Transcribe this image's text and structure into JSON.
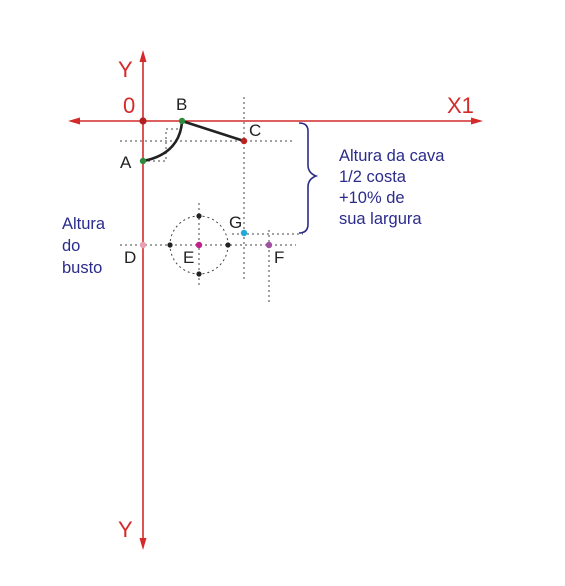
{
  "axes": {
    "y_top_label": "Y",
    "y_bottom_label": "Y",
    "origin_label": "0",
    "x_label": "X1"
  },
  "points": {
    "A": "A",
    "B": "B",
    "C": "C",
    "D": "D",
    "E": "E",
    "F": "F",
    "G": "G"
  },
  "annotations": {
    "armhole": [
      "Altura da cava",
      "1/2 costa",
      "+10% de",
      "sua largura"
    ],
    "bust": [
      "Altura",
      "do",
      "busto"
    ]
  },
  "colors": {
    "axis": "#d42a2a",
    "annotation": "#2b2b8c",
    "curve": "#222222",
    "dotted": "#444444",
    "point_origin": "#b02020",
    "point_A": "#2e8b3e",
    "point_B": "#2e8b3e",
    "point_C": "#c02020",
    "point_D": "#e8a0b0",
    "point_E": "#c0208a",
    "point_F": "#a050a0",
    "point_G": "#20a8d8",
    "point_circle": "#222222"
  }
}
